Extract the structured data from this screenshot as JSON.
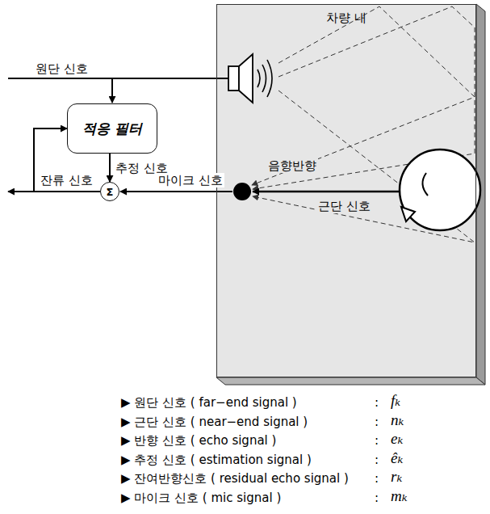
{
  "diagram": {
    "nodes": [
      {
        "text": [
          "적응 필터"
        ]
      },
      {
        "text": [
          "Σ"
        ]
      },
      {
        "text": [
          "차량 내"
        ]
      }
    ],
    "edges": [
      {
        "from": 0,
        "to": 1,
        "arrow": "to",
        "label": "추정 신호"
      },
      {
        "from": 1,
        "to": 0,
        "arrow": "to"
      }
    ],
    "labels": [
      "원단 신호",
      "음향반향",
      "마이크 신호",
      "잔류 신호",
      "근단 신호",
      "▶ 원단 신호 ( far−end signal )",
      ":",
      "fₖ",
      "▶ 근단 신호 ( near−end signal )",
      ":",
      "nₖ",
      "▶ 반향 신호 ( echo signal )",
      ":",
      "eₖ",
      "▶ 추정 신호 ( estimation signal )",
      ":",
      "êₖ",
      "▶ 잔여반향신호 ( residual echo signal )",
      ":",
      "rₖ",
      "▶ 마이크 신호 ( mic signal )",
      ":",
      "mₖ"
    ]
  }
}
